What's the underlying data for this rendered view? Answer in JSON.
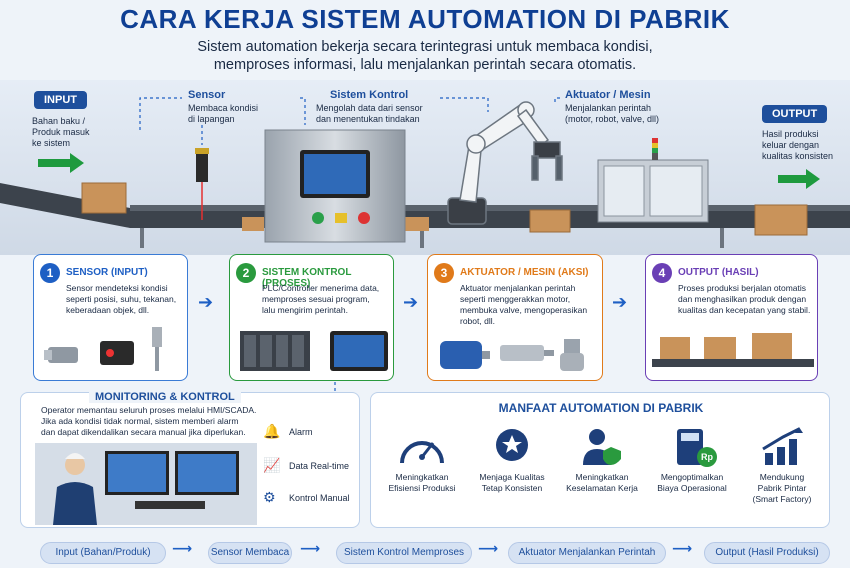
{
  "header": {
    "title": "CARA KERJA SISTEM AUTOMATION DI PABRIK",
    "subtitle_line1": "Sistem automation bekerja secara terintegrasi untuk membaca kondisi,",
    "subtitle_line2": "memproses informasi, lalu menjalankan perintah secara otomatis."
  },
  "top": {
    "input_label": "INPUT",
    "input_desc1": "Bahan baku /",
    "input_desc2": "Produk masuk",
    "input_desc3": "ke sistem",
    "sensor_label": "Sensor",
    "sensor_desc1": "Membaca kondisi",
    "sensor_desc2": "di lapangan",
    "kontrol_label": "Sistem Kontrol",
    "kontrol_desc1": "Mengolah data dari sensor",
    "kontrol_desc2": "dan menentukan tindakan",
    "aktuator_label": "Aktuator / Mesin",
    "aktuator_desc1": "Menjalankan perintah",
    "aktuator_desc2": "(motor, robot, valve, dll)",
    "output_label": "OUTPUT",
    "output_desc1": "Hasil produksi",
    "output_desc2": "keluar dengan",
    "output_desc3": "kualitas konsisten"
  },
  "cards": [
    {
      "num": "1",
      "title": "SENSOR (INPUT)",
      "d1": "Sensor mendeteksi kondisi",
      "d2": "seperti posisi, suhu, tekanan,",
      "d3": "keberadaan objek, dll.",
      "d4": ""
    },
    {
      "num": "2",
      "title": "SISTEM KONTROL (PROSES)",
      "d1": "PLC/Controller menerima data,",
      "d2": "memproses sesuai program,",
      "d3": "lalu mengirim perintah.",
      "d4": ""
    },
    {
      "num": "3",
      "title": "AKTUATOR / MESIN (AKSI)",
      "d1": "Aktuator menjalankan perintah",
      "d2": "seperti menggerakkan motor,",
      "d3": "membuka valve, mengoperasikan",
      "d4": "robot, dll."
    },
    {
      "num": "4",
      "title": "OUTPUT (HASIL)",
      "d1": "Proses produksi berjalan otomatis",
      "d2": "dan menghasilkan produk dengan",
      "d3": "kualitas dan kecepatan yang stabil.",
      "d4": ""
    }
  ],
  "monitoring": {
    "title": "MONITORING & KONTROL",
    "d1": "Operator memantau seluruh proses melalui HMI/SCADA.",
    "d2": "Jika ada kondisi tidak normal, sistem memberi alarm",
    "d3": "dan dapat dikendalikan secara manual jika diperlukan.",
    "items": [
      "Alarm",
      "Data Real-time",
      "Kontrol Manual"
    ]
  },
  "benefits": {
    "title": "MANFAAT AUTOMATION DI PABRIK",
    "items": [
      {
        "l1": "Meningkatkan",
        "l2": "Efisiensi Produksi",
        "l3": ""
      },
      {
        "l1": "Menjaga Kualitas",
        "l2": "Tetap Konsisten",
        "l3": ""
      },
      {
        "l1": "Meningkatkan",
        "l2": "Keselamatan Kerja",
        "l3": ""
      },
      {
        "l1": "Mengoptimalkan",
        "l2": "Biaya Operasional",
        "l3": ""
      },
      {
        "l1": "Mendukung",
        "l2": "Pabrik Pintar",
        "l3": "(Smart Factory)"
      }
    ],
    "rp": "Rp"
  },
  "flow": [
    "Input (Bahan/Produk)",
    "Sensor Membaca",
    "Sistem Kontrol Memproses",
    "Aktuator Menjalankan Perintah",
    "Output (Hasil Produksi)"
  ],
  "colors": {
    "blue": "#1e5fc4",
    "green": "#2a9a3e",
    "orange": "#e07a1a",
    "purple": "#6a3fb5"
  }
}
